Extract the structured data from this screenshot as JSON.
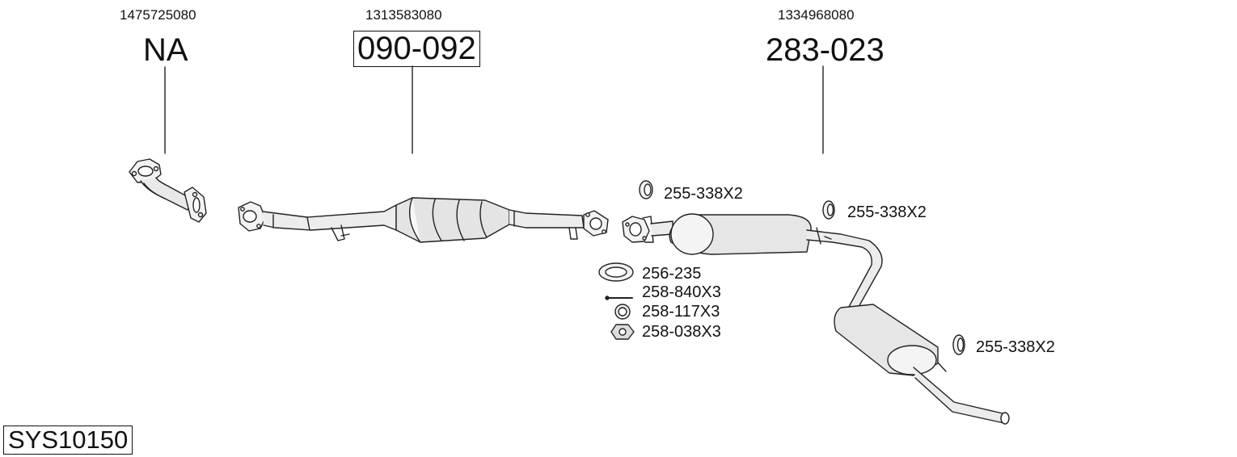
{
  "system": {
    "code": "SYS10150"
  },
  "parts": [
    {
      "part_number": "1475725080",
      "code": "NA",
      "boxed": false
    },
    {
      "part_number": "1313583080",
      "code": "090-092",
      "boxed": true
    },
    {
      "part_number": "1334968080",
      "code": "283-023",
      "boxed": false
    }
  ],
  "accessories": {
    "gasket_front": "255-338X2",
    "gasket_mid": "255-338X2",
    "gasket_rear": "255-338X2",
    "ring_gasket": "256-235",
    "bolt": "258-840X3",
    "spring": "258-117X3",
    "nut": "258-038X3"
  }
}
